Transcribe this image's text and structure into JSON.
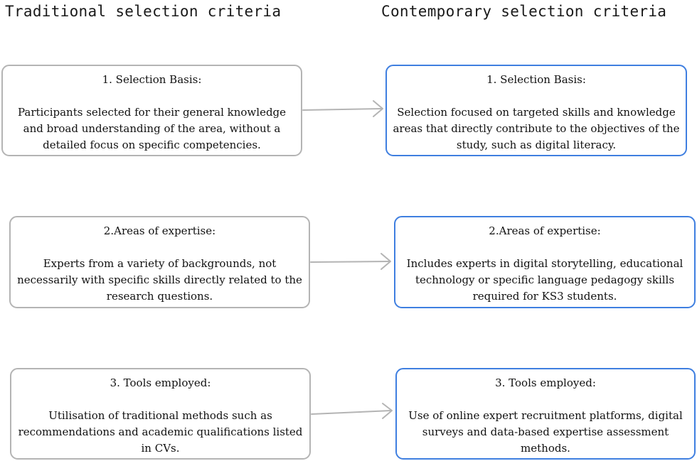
{
  "titles": {
    "left": "Traditional selection criteria",
    "right": "Contemporary selection criteria"
  },
  "rows": [
    {
      "traditional": {
        "heading": "1. Selection Basis:",
        "body": "Participants selected for their general knowledge and broad understanding of the area, without a detailed focus on specific competencies."
      },
      "contemporary": {
        "heading": "1. Selection Basis:",
        "body": "Selection focused on targeted skills and knowledge areas that directly contribute to the objectives of the study, such as digital literacy."
      }
    },
    {
      "traditional": {
        "heading": "2.Areas of expertise:",
        "body": "Experts from a variety of backgrounds, not necessarily with specific skills directly related to the research questions."
      },
      "contemporary": {
        "heading": "2.Areas of expertise:",
        "body": "Includes experts in digital storytelling, educational technology or specific language pedagogy skills required for KS3 students."
      }
    },
    {
      "traditional": {
        "heading": "3. Tools employed:",
        "body": "Utilisation of traditional methods such as recommendations and academic qualifications listed in CVs."
      },
      "contemporary": {
        "heading": "3. Tools employed:",
        "body": "Use of online expert recruitment platforms, digital surveys and data-based expertise assessment methods."
      }
    }
  ],
  "colors": {
    "traditional_border": "#b4b4b4",
    "contemporary_border": "#3f7fe0",
    "arrow": "#b4b4b4"
  }
}
